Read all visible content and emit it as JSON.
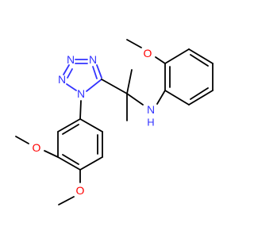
{
  "molecule": {
    "atoms": {
      "n1": "N",
      "n2": "N",
      "n3": "N",
      "n4": "N",
      "nh_n": "N",
      "nh_h": "H",
      "o_top": "O",
      "o_left": "O",
      "o_bottom": "O"
    }
  },
  "colors": {
    "carbon_bond": "#000000",
    "nitrogen": "#3333ff",
    "oxygen": "#ff0000",
    "background": "#ffffff"
  }
}
